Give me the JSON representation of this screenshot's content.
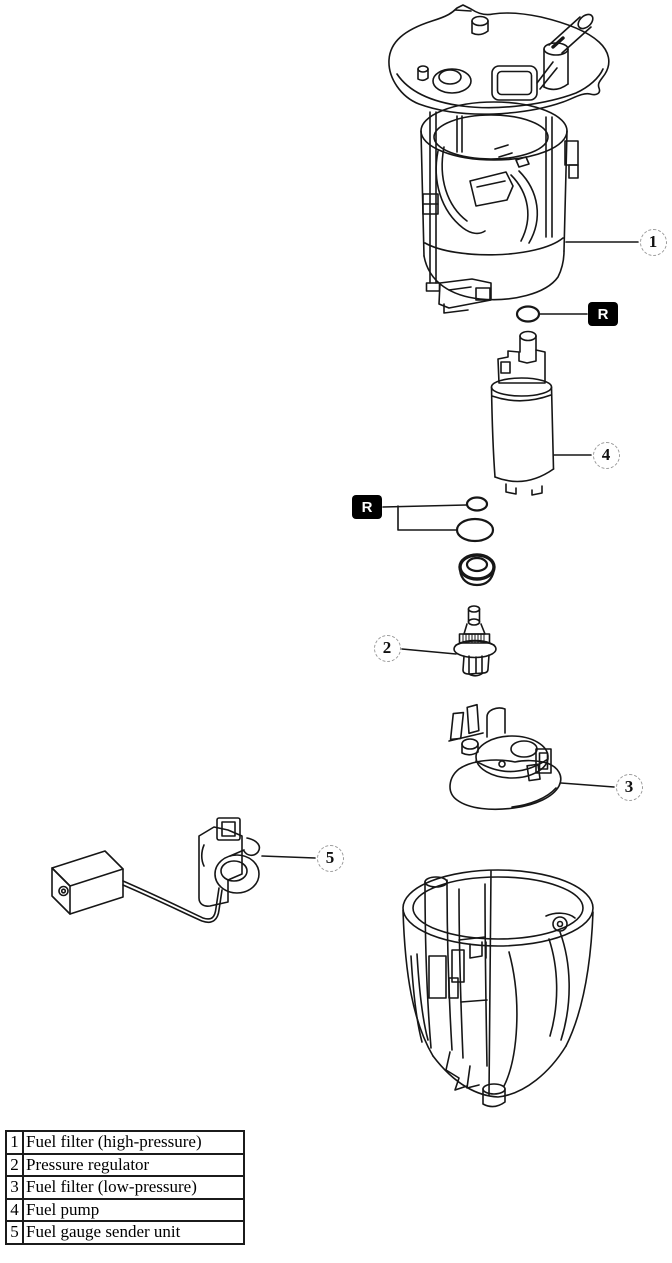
{
  "diagram": {
    "kind": "exploded-parts-diagram",
    "line_color": "#161616",
    "background": "#ffffff",
    "callouts": [
      {
        "label": "1",
        "part": "Fuel filter (high-pressure)"
      },
      {
        "label": "2",
        "part": "Pressure regulator"
      },
      {
        "label": "3",
        "part": "Fuel filter (low-pressure)"
      },
      {
        "label": "4",
        "part": "Fuel pump"
      },
      {
        "label": "5",
        "part": "Fuel gauge sender unit"
      }
    ],
    "replacement_markers": [
      {
        "label": "R"
      },
      {
        "label": "R"
      }
    ],
    "marker_colors": {
      "background": "#000000",
      "text": "#ffffff"
    }
  },
  "legend": {
    "rows": [
      {
        "num": "1",
        "desc": "Fuel filter (high-pressure)"
      },
      {
        "num": "2",
        "desc": "Pressure regulator"
      },
      {
        "num": "3",
        "desc": "Fuel filter (low-pressure)"
      },
      {
        "num": "4",
        "desc": "Fuel pump"
      },
      {
        "num": "5",
        "desc": "Fuel gauge sender unit"
      }
    ]
  }
}
